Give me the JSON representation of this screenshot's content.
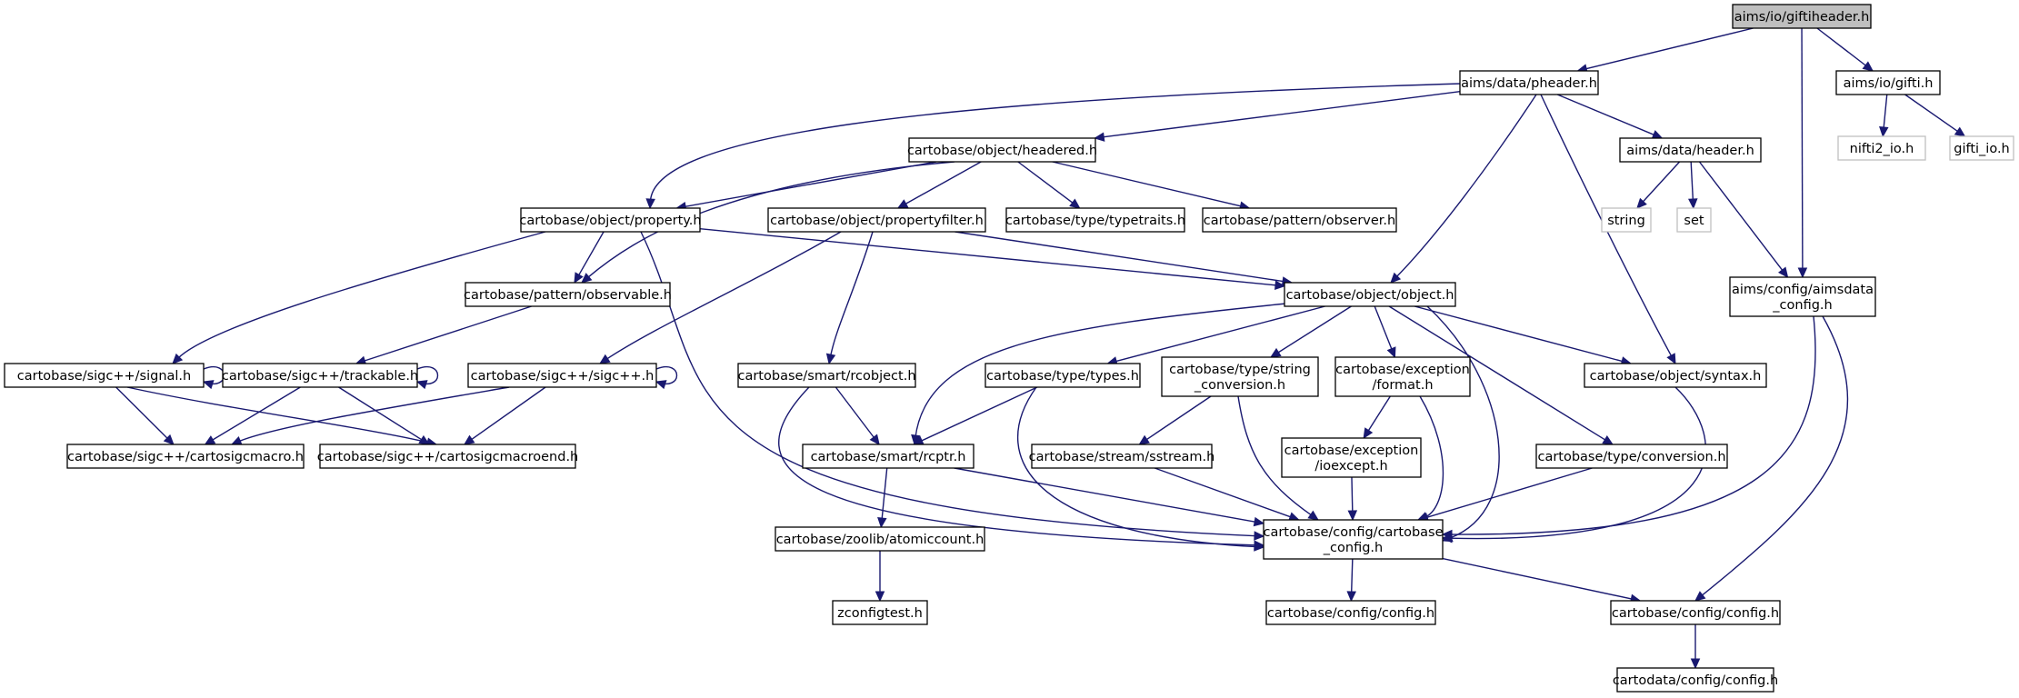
{
  "title": "aims/io/giftiheader.h",
  "colors": {
    "edge": "#191970",
    "root_fill": "#bfbfbf",
    "node_border": "#000000",
    "external_border": "#bfbfbf"
  },
  "nodes": [
    {
      "id": "giftiheader",
      "lines": [
        "aims/io/giftiheader.h"
      ],
      "kind": "root"
    },
    {
      "id": "pheader",
      "lines": [
        "aims/data/pheader.h"
      ]
    },
    {
      "id": "gifti",
      "lines": [
        "aims/io/gifti.h"
      ]
    },
    {
      "id": "aimsdata_config",
      "lines": [
        "aims/config/aimsdata",
        "_config.h"
      ]
    },
    {
      "id": "nifti2_io",
      "lines": [
        "nifti2_io.h"
      ],
      "kind": "ext"
    },
    {
      "id": "gifti_io",
      "lines": [
        "gifti_io.h"
      ],
      "kind": "ext"
    },
    {
      "id": "headered",
      "lines": [
        "cartobase/object/headered.h"
      ]
    },
    {
      "id": "header",
      "lines": [
        "aims/data/header.h"
      ]
    },
    {
      "id": "property",
      "lines": [
        "cartobase/object/property.h"
      ]
    },
    {
      "id": "propertyfilter",
      "lines": [
        "cartobase/object/propertyfilter.h"
      ]
    },
    {
      "id": "typetraits",
      "lines": [
        "cartobase/type/typetraits.h"
      ]
    },
    {
      "id": "observer",
      "lines": [
        "cartobase/pattern/observer.h"
      ]
    },
    {
      "id": "string",
      "lines": [
        "string"
      ],
      "kind": "ext"
    },
    {
      "id": "set",
      "lines": [
        "set"
      ],
      "kind": "ext"
    },
    {
      "id": "observable",
      "lines": [
        "cartobase/pattern/observable.h"
      ]
    },
    {
      "id": "object",
      "lines": [
        "cartobase/object/object.h"
      ]
    },
    {
      "id": "signal",
      "lines": [
        "cartobase/sigc++/signal.h"
      ]
    },
    {
      "id": "trackable",
      "lines": [
        "cartobase/sigc++/trackable.h"
      ]
    },
    {
      "id": "sigcpp",
      "lines": [
        "cartobase/sigc++/sigc++.h"
      ]
    },
    {
      "id": "rcobject",
      "lines": [
        "cartobase/smart/rcobject.h"
      ]
    },
    {
      "id": "types",
      "lines": [
        "cartobase/type/types.h"
      ]
    },
    {
      "id": "string_conversion",
      "lines": [
        "cartobase/type/string",
        "_conversion.h"
      ]
    },
    {
      "id": "format",
      "lines": [
        "cartobase/exception",
        "/format.h"
      ]
    },
    {
      "id": "syntax",
      "lines": [
        "cartobase/object/syntax.h"
      ]
    },
    {
      "id": "cartosigcmacro",
      "lines": [
        "cartobase/sigc++/cartosigcmacro.h"
      ]
    },
    {
      "id": "cartosigcmacroend",
      "lines": [
        "cartobase/sigc++/cartosigcmacroend.h"
      ]
    },
    {
      "id": "rcptr",
      "lines": [
        "cartobase/smart/rcptr.h"
      ]
    },
    {
      "id": "sstream",
      "lines": [
        "cartobase/stream/sstream.h"
      ]
    },
    {
      "id": "ioexcept",
      "lines": [
        "cartobase/exception",
        "/ioexcept.h"
      ]
    },
    {
      "id": "conversion",
      "lines": [
        "cartobase/type/conversion.h"
      ]
    },
    {
      "id": "atomiccount",
      "lines": [
        "cartobase/zoolib/atomiccount.h"
      ]
    },
    {
      "id": "cartobase_config",
      "lines": [
        "cartobase/config/cartobase",
        "_config.h"
      ]
    },
    {
      "id": "zconfigtest",
      "lines": [
        "zconfigtest.h"
      ]
    },
    {
      "id": "cb_config",
      "lines": [
        "cartobase/config/config.h"
      ]
    },
    {
      "id": "cb_config2",
      "lines": [
        "cartobase/config/config.h"
      ]
    },
    {
      "id": "cartodata_config",
      "lines": [
        "cartodata/config/config.h"
      ]
    }
  ],
  "edges": [
    [
      "giftiheader",
      "pheader"
    ],
    [
      "giftiheader",
      "gifti"
    ],
    [
      "giftiheader",
      "aimsdata_config"
    ],
    [
      "gifti",
      "nifti2_io"
    ],
    [
      "gifti",
      "gifti_io"
    ],
    [
      "pheader",
      "headered"
    ],
    [
      "pheader",
      "property"
    ],
    [
      "pheader",
      "header"
    ],
    [
      "pheader",
      "object"
    ],
    [
      "pheader",
      "syntax"
    ],
    [
      "headered",
      "property"
    ],
    [
      "headered",
      "observable"
    ],
    [
      "headered",
      "propertyfilter"
    ],
    [
      "headered",
      "typetraits"
    ],
    [
      "headered",
      "observer"
    ],
    [
      "header",
      "string"
    ],
    [
      "header",
      "set"
    ],
    [
      "header",
      "aimsdata_config"
    ],
    [
      "property",
      "observable"
    ],
    [
      "property",
      "object"
    ],
    [
      "property",
      "signal"
    ],
    [
      "property",
      "cartobase_config"
    ],
    [
      "propertyfilter",
      "object"
    ],
    [
      "propertyfilter",
      "sigcpp"
    ],
    [
      "propertyfilter",
      "rcobject"
    ],
    [
      "observable",
      "trackable"
    ],
    [
      "object",
      "rcptr"
    ],
    [
      "object",
      "types"
    ],
    [
      "object",
      "string_conversion"
    ],
    [
      "object",
      "format"
    ],
    [
      "object",
      "cartobase_config"
    ],
    [
      "object",
      "conversion"
    ],
    [
      "object",
      "syntax"
    ],
    [
      "aimsdata_config",
      "cartobase_config"
    ],
    [
      "aimsdata_config",
      "cb_config2"
    ],
    [
      "signal",
      "signal"
    ],
    [
      "signal",
      "cartosigcmacro"
    ],
    [
      "signal",
      "cartosigcmacroend"
    ],
    [
      "trackable",
      "trackable"
    ],
    [
      "trackable",
      "cartosigcmacro"
    ],
    [
      "trackable",
      "cartosigcmacroend"
    ],
    [
      "sigcpp",
      "sigcpp"
    ],
    [
      "sigcpp",
      "cartosigcmacro"
    ],
    [
      "sigcpp",
      "cartosigcmacroend"
    ],
    [
      "rcobject",
      "rcptr"
    ],
    [
      "rcobject",
      "cartobase_config"
    ],
    [
      "types",
      "rcptr"
    ],
    [
      "types",
      "cartobase_config"
    ],
    [
      "string_conversion",
      "sstream"
    ],
    [
      "string_conversion",
      "cartobase_config"
    ],
    [
      "format",
      "ioexcept"
    ],
    [
      "format",
      "cartobase_config"
    ],
    [
      "syntax",
      "cartobase_config"
    ],
    [
      "rcptr",
      "atomiccount"
    ],
    [
      "rcptr",
      "cartobase_config"
    ],
    [
      "sstream",
      "cartobase_config"
    ],
    [
      "ioexcept",
      "cartobase_config"
    ],
    [
      "conversion",
      "cartobase_config"
    ],
    [
      "atomiccount",
      "zconfigtest"
    ],
    [
      "cartobase_config",
      "cb_config"
    ],
    [
      "cartobase_config",
      "cb_config2"
    ],
    [
      "cb_config2",
      "cartodata_config"
    ]
  ]
}
